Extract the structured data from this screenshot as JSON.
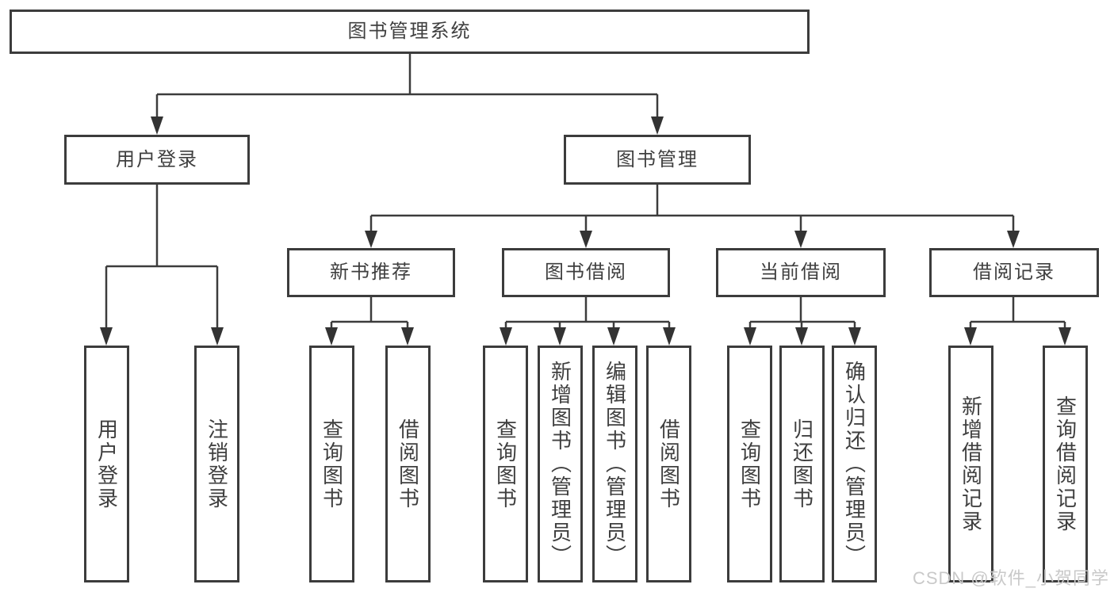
{
  "diagram": {
    "type": "tree",
    "root": {
      "label": "图书管理系统"
    },
    "branches": [
      {
        "label": "用户登录",
        "children": [
          {
            "label": "用户登录"
          },
          {
            "label": "注销登录"
          }
        ]
      },
      {
        "label": "图书管理",
        "children": [
          {
            "label": "新书推荐",
            "children": [
              {
                "label": "查询图书"
              },
              {
                "label": "借阅图书"
              }
            ]
          },
          {
            "label": "图书借阅",
            "children": [
              {
                "label": "查询图书"
              },
              {
                "label": "新增图书（管理员）"
              },
              {
                "label": "编辑图书（管理员）"
              },
              {
                "label": "借阅图书"
              }
            ]
          },
          {
            "label": "当前借阅",
            "children": [
              {
                "label": "查询图书"
              },
              {
                "label": "归还图书"
              },
              {
                "label": "确认归还（管理员）"
              }
            ]
          },
          {
            "label": "借阅记录",
            "children": [
              {
                "label": "新增借阅记录"
              },
              {
                "label": "查询借阅记录"
              }
            ]
          }
        ]
      }
    ]
  },
  "watermark": {
    "text": "CSDN @软件_小贺同学"
  },
  "colors": {
    "line": "#3c3c3c",
    "text": "#3f3f3f",
    "background": "#ffffff",
    "watermark": "#c9c9c9"
  }
}
